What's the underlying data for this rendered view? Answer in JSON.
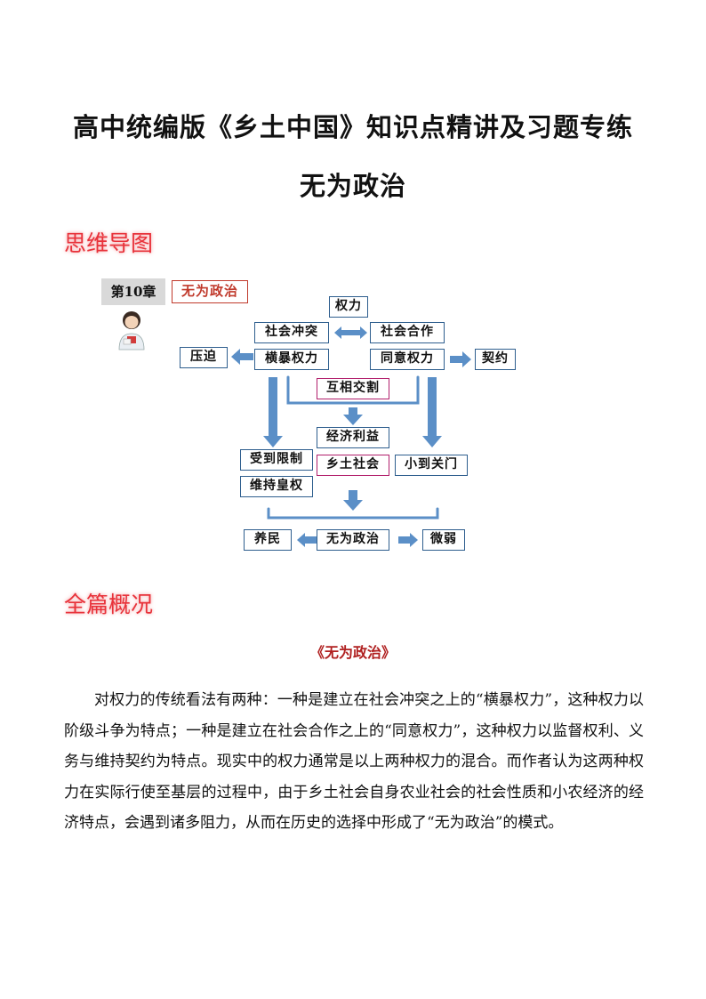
{
  "doc": {
    "title": "高中统编版《乡土中国》知识点精讲及习题专练",
    "subtitle": "无为政治"
  },
  "sections": {
    "mindmap": "思维导图",
    "overview": "全篇概况"
  },
  "mindmap": {
    "chapter": "第10章",
    "topic": "无为政治",
    "nodes": {
      "power": "权力",
      "conflict": "社会冲突",
      "cooperation": "社会合作",
      "oppression": "压迫",
      "tyranny": "横暴权力",
      "consent": "同意权力",
      "contract": "契约",
      "intertwine": "互相交割",
      "economy": "经济利益",
      "limited": "受到限制",
      "rural": "乡土社会",
      "closed": "小到关门",
      "imperial": "维持皇权",
      "nurture": "养民",
      "wuwei": "无为政治",
      "weak": "微弱"
    }
  },
  "overview": {
    "heading": "《无为政治》",
    "paragraph": "对权力的传统看法有两种：一种是建立在社会冲突之上的“横暴权力”，这种权力以阶级斗争为特点；一种是建立在社会合作之上的“同意权力”，这种权力以监督权利、义务与维持契约为特点。现实中的权力通常是以上两种权力的混合。而作者认为这两种权力在实际行使至基层的过程中，由于乡土社会自身农业社会的社会性质和小农经济的经济特点，会遇到诸多阻力，从而在历史的选择中形成了“无为政治”的模式。"
  },
  "colors": {
    "section_head": "#e8323a",
    "box_border": "#2e5e8e",
    "arrow": "#5b8fc7",
    "topic_red": "#c0392b",
    "heading_red": "#b02020"
  }
}
